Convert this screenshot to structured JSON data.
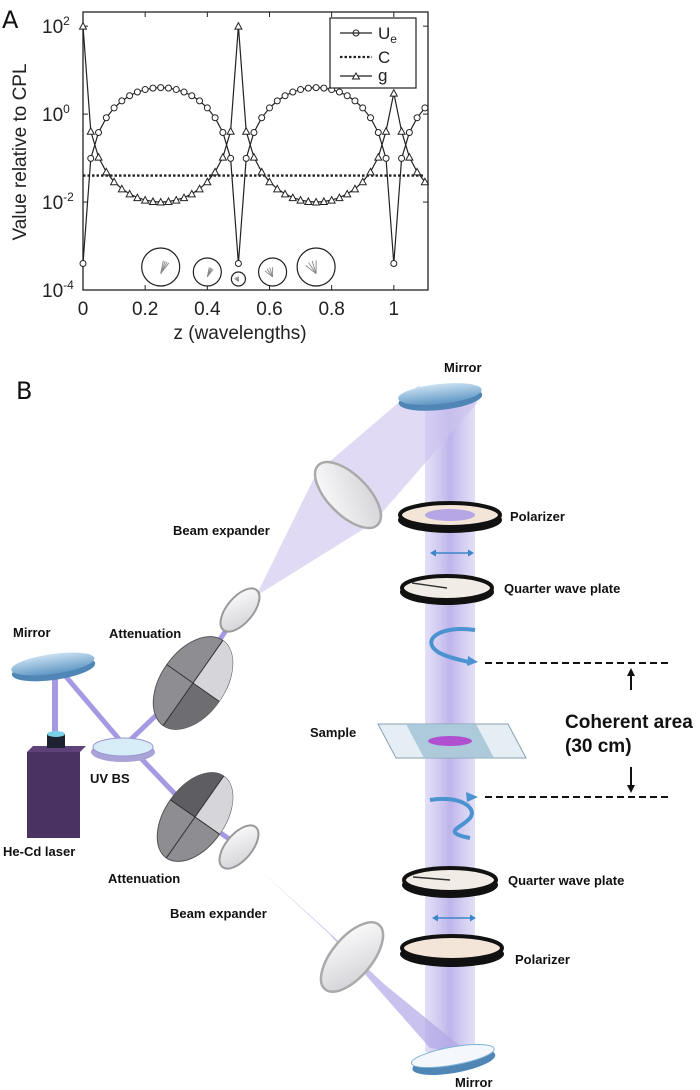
{
  "panels": {
    "a": "A",
    "b": "B"
  },
  "chart_data": {
    "type": "line",
    "xlabel": "z (wavelengths)",
    "ylabel": "Value relative to CPL",
    "yscale": "log",
    "xlim": [
      0,
      1.11
    ],
    "ylim": [
      0.0001,
      210
    ],
    "xticks": [
      0,
      0.2,
      0.4,
      0.6,
      0.8,
      1
    ],
    "xtick_labels": [
      "0",
      "0.2",
      "0.4",
      "0.6",
      "0.8",
      "1"
    ],
    "yticks": [
      100,
      1,
      0.01,
      0.0001
    ],
    "ytick_labels": [
      {
        "base": "10",
        "exp": "2"
      },
      {
        "base": "10",
        "exp": "0"
      },
      {
        "base": "10",
        "exp": "-2"
      },
      {
        "base": "10",
        "exp": "-4"
      }
    ],
    "legend_position": "top-right",
    "grid": false,
    "x": [
      0,
      0.025,
      0.05,
      0.075,
      0.1,
      0.125,
      0.15,
      0.175,
      0.2,
      0.225,
      0.25,
      0.275,
      0.3,
      0.325,
      0.35,
      0.375,
      0.4,
      0.425,
      0.45,
      0.475,
      0.5,
      0.525,
      0.55,
      0.575,
      0.6,
      0.625,
      0.65,
      0.675,
      0.7,
      0.725,
      0.75,
      0.775,
      0.8,
      0.825,
      0.85,
      0.875,
      0.9,
      0.925,
      0.95,
      0.975,
      1.0,
      1.025,
      1.05,
      1.075,
      1.1
    ],
    "series": [
      {
        "name": "U",
        "name_sub": "e",
        "marker": "circle",
        "line": "solid",
        "values": [
          0.0004,
          0.0983,
          0.382,
          0.825,
          1.382,
          2.0,
          2.618,
          3.176,
          3.618,
          3.902,
          4.0,
          3.902,
          3.618,
          3.176,
          2.618,
          2.0,
          1.382,
          0.825,
          0.382,
          0.0983,
          0.0004,
          0.0983,
          0.382,
          0.825,
          1.382,
          2.0,
          2.618,
          3.176,
          3.618,
          3.902,
          4.0,
          3.902,
          3.618,
          3.176,
          2.618,
          2.0,
          1.382,
          0.825,
          0.382,
          0.0983,
          0.0004,
          0.0983,
          0.382,
          0.825,
          1.382
        ]
      },
      {
        "name": "C",
        "marker": "none",
        "line": "dotted",
        "values": [
          0.04,
          0.04,
          0.04,
          0.04,
          0.04,
          0.04,
          0.04,
          0.04,
          0.04,
          0.04,
          0.04,
          0.04,
          0.04,
          0.04,
          0.04,
          0.04,
          0.04,
          0.04,
          0.04,
          0.04,
          0.04,
          0.04,
          0.04,
          0.04,
          0.04,
          0.04,
          0.04,
          0.04,
          0.04,
          0.04,
          0.04,
          0.04,
          0.04,
          0.04,
          0.04,
          0.04,
          0.04,
          0.04,
          0.04,
          0.04,
          0.04,
          0.04,
          0.04,
          0.04,
          0.04
        ]
      },
      {
        "name": "g",
        "marker": "triangle",
        "line": "solid",
        "values": [
          100,
          0.407,
          0.105,
          0.0485,
          0.0289,
          0.02,
          0.0153,
          0.0126,
          0.0111,
          0.0103,
          0.01,
          0.0103,
          0.0111,
          0.0126,
          0.0153,
          0.02,
          0.0289,
          0.0485,
          0.105,
          0.407,
          100,
          0.407,
          0.105,
          0.0485,
          0.0289,
          0.02,
          0.0153,
          0.0126,
          0.0111,
          0.0103,
          0.01,
          0.0103,
          0.0111,
          0.0126,
          0.0153,
          0.02,
          0.0289,
          0.0485,
          0.105,
          0.407,
          3,
          0.407,
          0.105,
          0.0485,
          0.0289
        ]
      }
    ],
    "polarization_insets_at_z": [
      0.25,
      0.4,
      0.5,
      0.61,
      0.75
    ]
  },
  "diagram": {
    "labels": {
      "mirror_top": "Mirror",
      "beam_expander_top": "Beam expander",
      "polarizer_top": "Polarizer",
      "qwp_top": "Quarter wave plate",
      "mirror_left": "Mirror",
      "attenuation_top": "Attenuation",
      "uv_bs": "UV BS",
      "laser": "He-Cd laser",
      "sample": "Sample",
      "coherent_area": "Coherent area",
      "coherent_length": "(30 cm)",
      "attenuation_bottom": "Attenuation",
      "beam_expander_bottom": "Beam expander",
      "qwp_bottom": "Quarter wave plate",
      "polarizer_bottom": "Polarizer",
      "mirror_bottom": "Mirror"
    },
    "colors": {
      "beam": "#b7aee8",
      "beam_core": "#8f80dc",
      "mirror": "#7fb2d8",
      "laser": "#4a3262",
      "polarizer_ring": "#111111",
      "arrow": "#3a86c8"
    }
  }
}
